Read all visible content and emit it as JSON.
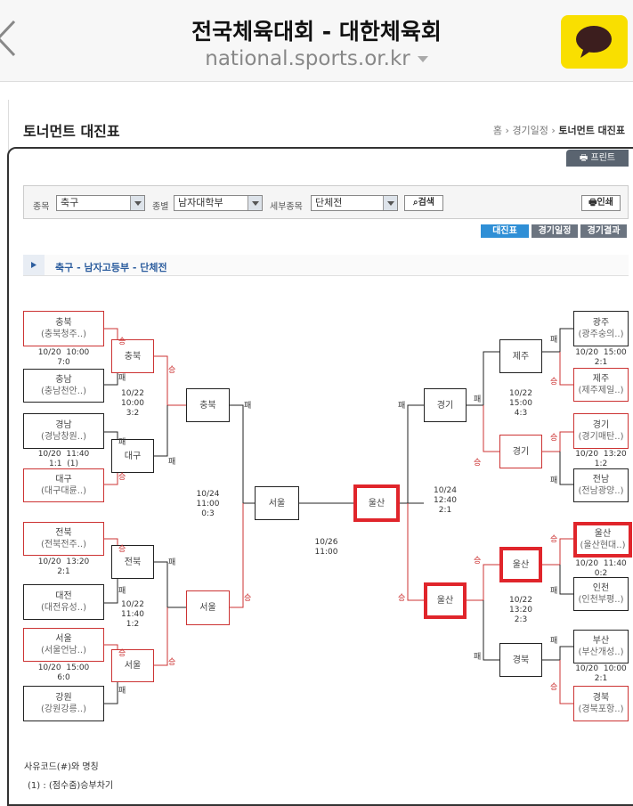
{
  "browser": {
    "title": "전국체육대회 - 대한체육회",
    "url": "national.sports.or.kr"
  },
  "page": {
    "title": "토너먼트 대진표",
    "breadcrumb": {
      "home": "홈",
      "section": "경기일정",
      "current": "토너먼트 대진표"
    },
    "print_tab": "프린트"
  },
  "search": {
    "sport_label": "종목",
    "sport_value": "축구",
    "division_label": "종별",
    "division_value": "남자대학부",
    "event_label": "세부종목",
    "event_value": "단체전",
    "search_button": "검색",
    "print_button": "인쇄"
  },
  "tabs": [
    {
      "label": "대진표",
      "active": true
    },
    {
      "label": "경기일정",
      "active": false
    },
    {
      "label": "경기결과",
      "active": false
    }
  ],
  "section_title": "축구 - 남자고등부 - 단체전",
  "teams_left": [
    {
      "name": "충북",
      "sub": "(충북청주..)",
      "winner": true
    },
    {
      "name": "충남",
      "sub": "(충남천안..)",
      "winner": false
    },
    {
      "name": "경남",
      "sub": "(경남창원..)",
      "winner": false
    },
    {
      "name": "대구",
      "sub": "(대구대륜..)",
      "winner": true
    },
    {
      "name": "전북",
      "sub": "(전북전주..)",
      "winner": true
    },
    {
      "name": "대전",
      "sub": "(대전유성..)",
      "winner": false
    },
    {
      "name": "서울",
      "sub": "(서울언남..)",
      "winner": true
    },
    {
      "name": "강원",
      "sub": "(강원강릉..)",
      "winner": false
    }
  ],
  "teams_right": [
    {
      "name": "광주",
      "sub": "(광주숭의..)",
      "winner": false
    },
    {
      "name": "제주",
      "sub": "(제주제일..)",
      "winner": true
    },
    {
      "name": "경기",
      "sub": "(경기매탄..)",
      "winner": true
    },
    {
      "name": "전남",
      "sub": "(전남광양..)",
      "winner": false
    },
    {
      "name": "울산",
      "sub": "(울산현대..)",
      "winner": true
    },
    {
      "name": "인천",
      "sub": "(인천부평..)",
      "winner": false
    },
    {
      "name": "부산",
      "sub": "(부산개성..)",
      "winner": false
    },
    {
      "name": "경북",
      "sub": "(경북포항..)",
      "winner": true
    }
  ],
  "r1_info_left": [
    "10/20  10:00\n7:0",
    "10/20  11:40\n1:1  (1)",
    "10/20  13:20\n2:1",
    "10/20  15:00\n6:0"
  ],
  "r1_info_right": [
    "10/20  15:00\n2:1",
    "10/20  13:20\n1:2",
    "10/20  11:40\n0:2",
    "10/20  10:00\n2:1"
  ],
  "qf_left": [
    "충북",
    "대구",
    "전북",
    "서울"
  ],
  "qf_right": [
    "제주",
    "경기",
    "울산",
    "경북"
  ],
  "qf_info_left": [
    "10/22\n10:00\n3:2",
    "10/22\n11:40\n1:2"
  ],
  "qf_info_right": [
    "10/22\n15:00\n4:3",
    "10/22\n13:20\n2:3"
  ],
  "sf_left": [
    "충북",
    "서울"
  ],
  "sf_right": [
    "경기",
    "울산"
  ],
  "sf_info_left": "10/24\n11:00\n0:3",
  "sf_info_right": "10/24\n12:40\n2:1",
  "final_left": "서울",
  "final_right": "울산",
  "final_info": "10/26\n11:00",
  "win_label": "승",
  "lose_label": "패",
  "footer": {
    "legend_title": "사유코드(#)와 명칭",
    "legend_item": "(1) : (점수줌)승부차기"
  },
  "colors": {
    "win_line": "#c33",
    "highlight": "#e0252b",
    "tab_active": "#2f8fd6",
    "tab": "#6b7480",
    "kakao": "#f9df00"
  }
}
